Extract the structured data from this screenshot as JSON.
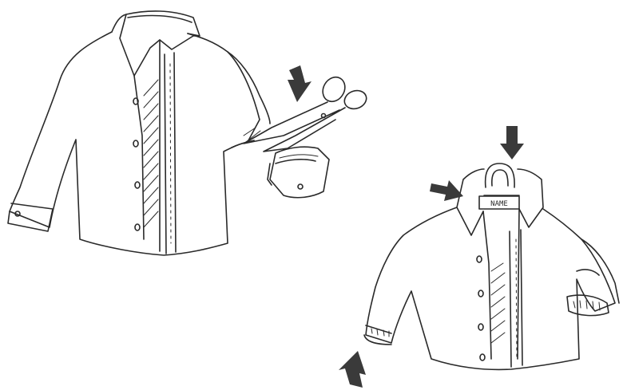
{
  "illustration": {
    "ink_color": "#2a2a2a",
    "paper_color": "#ffffff",
    "arrow_color": "#3a3a3a",
    "name_tag_text": "NAME",
    "figures": [
      {
        "id": "shirt-left",
        "parts": [
          "collar",
          "left-sleeve-with-cuff",
          "right-sleeve-cut",
          "button-placket",
          "buttons"
        ]
      },
      {
        "id": "scissors",
        "icon": "scissors-icon"
      },
      {
        "id": "cut-cuff",
        "icon": "cuff-icon"
      },
      {
        "id": "jacket-right",
        "parts": [
          "collar-with-hanging-loop",
          "name-label",
          "elastic-cuffs",
          "button-placket",
          "buttons"
        ]
      }
    ],
    "arrows": [
      {
        "id": "arrow-to-scissors",
        "direction": "down"
      },
      {
        "id": "arrow-to-hanging-loop",
        "direction": "down"
      },
      {
        "id": "arrow-to-name-label",
        "direction": "right"
      },
      {
        "id": "arrow-to-elastic-cuff",
        "direction": "up"
      }
    ]
  }
}
